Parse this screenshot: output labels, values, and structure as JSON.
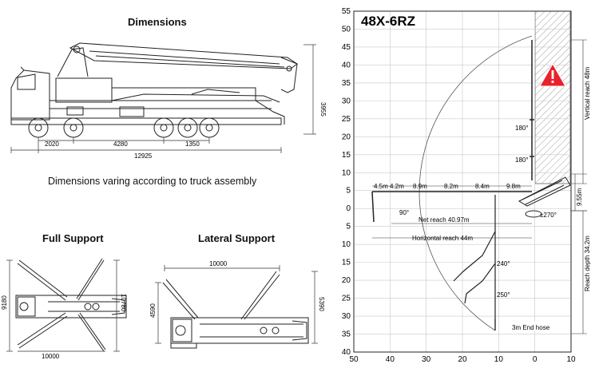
{
  "left": {
    "dimensions_title": "Dimensions",
    "dim_2020": "2020",
    "dim_4280": "4280",
    "dim_1350": "1350",
    "dim_12925": "12925",
    "dim_3955": "3955",
    "caption": "Dimensions varing according to truck assembly",
    "full_support_title": "Full Support",
    "lateral_support_title": "Lateral Support",
    "fs_dim_9180": "9180",
    "fs_dim_10780": "10780",
    "fs_dim_10000": "10000",
    "ls_dim_10000": "10000",
    "ls_dim_4590": "4590",
    "ls_dim_5390": "5390"
  },
  "chart": {
    "model": "48X-6RZ",
    "y_ticks": [
      "55",
      "50",
      "45",
      "40",
      "35",
      "30",
      "25",
      "20",
      "15",
      "10",
      "5",
      "0",
      "5",
      "10",
      "15",
      "20",
      "25",
      "30",
      "35",
      "40"
    ],
    "x_ticks": [
      "50",
      "40",
      "30",
      "20",
      "10",
      "0",
      "10"
    ],
    "section_labels": [
      "4.5m",
      "4.2m",
      "8.9m",
      "8.2m",
      "8.4m",
      "9.8m"
    ],
    "angle_90": "90°",
    "angle_180a": "180°",
    "angle_180b": "180°",
    "angle_270": "±270°",
    "angle_240": "240°",
    "angle_250": "250°",
    "net_reach": "Net reach 40.97m",
    "horizontal_reach": "Horizontal reach 44m",
    "vertical_reach": "Vertical reach 48m",
    "reach_depth": "Reach depth 34.2m",
    "height_955": "9.55m",
    "end_hose": "3m End hose",
    "warning_color": "#e8212b",
    "warning_icon": "warning-triangle-icon"
  }
}
